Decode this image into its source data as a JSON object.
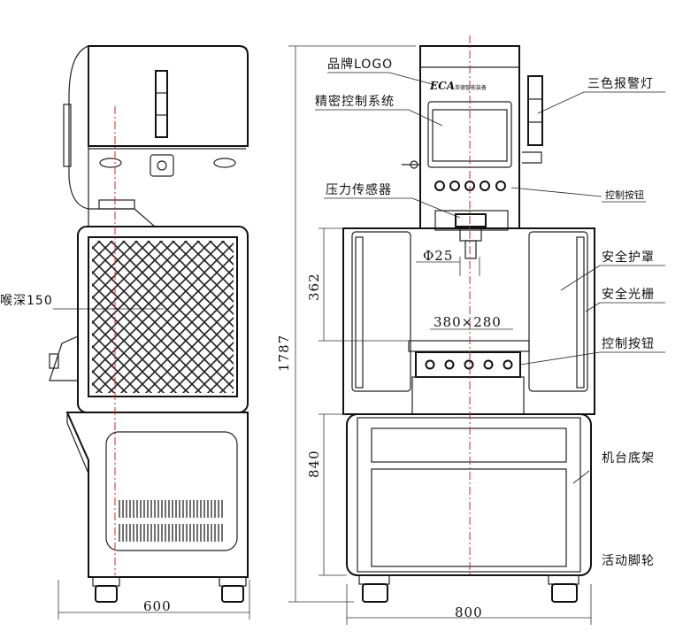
{
  "callouts": {
    "brand_logo": "品牌LOGO",
    "precision_control": "精密控制系统",
    "three_color_light": "三色报警灯",
    "control_buttons_top": "控制按钮",
    "pressure_sensor": "压力传感器",
    "safety_guard": "安全护罩",
    "safety_light_curtain": "安全光栅",
    "control_buttons": "控制按钮",
    "machine_base": "机台底架",
    "casters": "活动脚轮",
    "throat_depth": "喉深150"
  },
  "dimensions": {
    "side_width": "600",
    "front_width": "800",
    "total_height": "1787",
    "upper_height": "362",
    "lower_height": "840",
    "rod_diameter": "Φ25",
    "table_size": "380×280"
  },
  "panel": {
    "logo_text": "ECA",
    "brand_name": "英德智能装备"
  },
  "colors": {
    "centerline": "#d0282a",
    "line": "#222222"
  }
}
